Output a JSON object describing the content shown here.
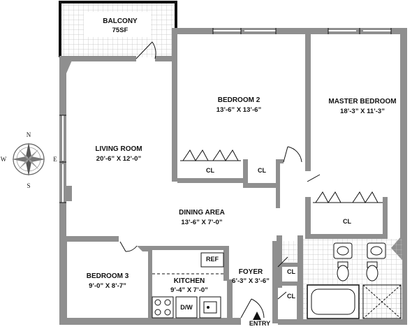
{
  "rooms": {
    "balcony": {
      "name": "BALCONY",
      "dims": "75SF"
    },
    "bedroom2": {
      "name": "BEDROOM 2",
      "dims": "13’-6” X 13’-6”"
    },
    "master": {
      "name": "MASTER BEDROOM",
      "dims": "18’-3” X 11’-3”"
    },
    "living": {
      "name": "LIVING ROOM",
      "dims": "20’-6” X 12’-0”"
    },
    "dining": {
      "name": "DINING AREA",
      "dims": "13’-6” X 7’-0”"
    },
    "bedroom3": {
      "name": "BEDROOM 3",
      "dims": "9’-0” X 8’-7”"
    },
    "kitchen": {
      "name": "KITCHEN",
      "dims": "9’-4” X 7’-0”"
    },
    "foyer": {
      "name": "FOYER",
      "dims": "6’-3” X 3’-6”"
    }
  },
  "labels": {
    "closet": "CL",
    "ref": "REF",
    "dw": "D/W",
    "entry": "ENTRY"
  },
  "compass": {
    "n": "N",
    "e": "E",
    "s": "S",
    "w": "W"
  },
  "colors": {
    "wall": "#8f8f8f",
    "wall_dark": "#111111",
    "tile": "#bdbdbd"
  }
}
